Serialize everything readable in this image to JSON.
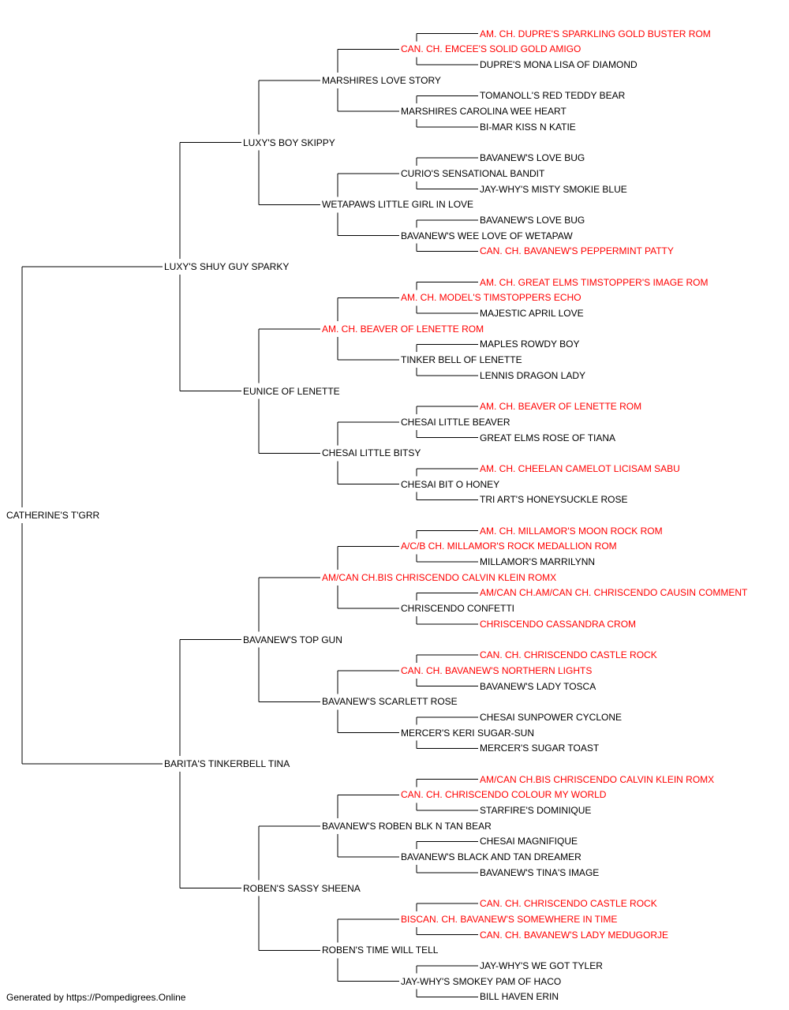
{
  "colors": {
    "lines": "#000000",
    "text": "#000000",
    "champion": "#ff0000",
    "background": "#ffffff"
  },
  "pedigree": {
    "subject": {
      "name": "CATHERINE'S T'GRR",
      "champion": false
    },
    "sire": {
      "name": "LUXY'S SHUY GUY SPARKY",
      "champion": false,
      "sire": {
        "name": "LUXY'S BOY SKIPPY",
        "champion": false,
        "sire": {
          "name": "MARSHIRES LOVE STORY",
          "champion": false,
          "sire": {
            "name": "CAN. CH. EMCEE'S SOLID GOLD AMIGO",
            "champion": true,
            "sire": {
              "name": "AM. CH. DUPRE'S SPARKLING GOLD BUSTER ROM",
              "champion": true
            },
            "dam": {
              "name": "DUPRE'S MONA LISA OF DIAMOND",
              "champion": false
            }
          },
          "dam": {
            "name": "MARSHIRES CAROLINA WEE HEART",
            "champion": false,
            "sire": {
              "name": "TOMANOLL'S RED TEDDY BEAR",
              "champion": false
            },
            "dam": {
              "name": "BI-MAR KISS N KATIE",
              "champion": false
            }
          }
        },
        "dam": {
          "name": "WETAPAWS LITTLE GIRL IN LOVE",
          "champion": false,
          "sire": {
            "name": "CURIO'S SENSATIONAL BANDIT",
            "champion": false,
            "sire": {
              "name": "BAVANEW'S LOVE BUG",
              "champion": false
            },
            "dam": {
              "name": "JAY-WHY'S MISTY SMOKIE BLUE",
              "champion": false
            }
          },
          "dam": {
            "name": "BAVANEW'S WEE LOVE OF WETAPAW",
            "champion": false,
            "sire": {
              "name": "BAVANEW'S LOVE BUG",
              "champion": false
            },
            "dam": {
              "name": "CAN. CH. BAVANEW'S PEPPERMINT PATTY",
              "champion": true
            }
          }
        }
      },
      "dam": {
        "name": "EUNICE OF LENETTE",
        "champion": false,
        "sire": {
          "name": "AM. CH. BEAVER OF LENETTE ROM",
          "champion": true,
          "sire": {
            "name": "AM. CH. MODEL'S TIMSTOPPERS ECHO",
            "champion": true,
            "sire": {
              "name": "AM. CH. GREAT ELMS TIMSTOPPER'S IMAGE ROM",
              "champion": true
            },
            "dam": {
              "name": "MAJESTIC APRIL LOVE",
              "champion": false
            }
          },
          "dam": {
            "name": "TINKER BELL OF LENETTE",
            "champion": false,
            "sire": {
              "name": "MAPLES ROWDY BOY",
              "champion": false
            },
            "dam": {
              "name": "LENNIS DRAGON LADY",
              "champion": false
            }
          }
        },
        "dam": {
          "name": "CHESAI LITTLE BITSY",
          "champion": false,
          "sire": {
            "name": "CHESAI LITTLE BEAVER",
            "champion": false,
            "sire": {
              "name": "AM. CH. BEAVER OF LENETTE ROM",
              "champion": true
            },
            "dam": {
              "name": "GREAT ELMS ROSE OF TIANA",
              "champion": false
            }
          },
          "dam": {
            "name": "CHESAI BIT O HONEY",
            "champion": false,
            "sire": {
              "name": "AM. CH. CHEELAN CAMELOT LICISAM SABU",
              "champion": true
            },
            "dam": {
              "name": "TRI ART'S HONEYSUCKLE ROSE",
              "champion": false
            }
          }
        }
      }
    },
    "dam": {
      "name": "BARITA'S TINKERBELL TINA",
      "champion": false,
      "sire": {
        "name": "BAVANEW'S TOP GUN",
        "champion": false,
        "sire": {
          "name": "AM/CAN CH.BIS CHRISCENDO CALVIN KLEIN ROMX",
          "champion": true,
          "sire": {
            "name": "A/C/B CH. MILLAMOR'S ROCK MEDALLION ROM",
            "champion": true,
            "sire": {
              "name": "AM. CH. MILLAMOR'S MOON ROCK ROM",
              "champion": true
            },
            "dam": {
              "name": "MILLAMOR'S MARRILYNN",
              "champion": false
            }
          },
          "dam": {
            "name": "CHRISCENDO CONFETTI",
            "champion": false,
            "sire": {
              "name": "AM/CAN CH.AM/CAN CH. CHRISCENDO CAUSIN COMMENT",
              "champion": true
            },
            "dam": {
              "name": "CHRISCENDO CASSANDRA CROM",
              "champion": true
            }
          }
        },
        "dam": {
          "name": "BAVANEW'S SCARLETT ROSE",
          "champion": false,
          "sire": {
            "name": "CAN. CH. BAVANEW'S NORTHERN LIGHTS",
            "champion": true,
            "sire": {
              "name": "CAN. CH. CHRISCENDO CASTLE ROCK",
              "champion": true
            },
            "dam": {
              "name": "BAVANEW'S LADY TOSCA",
              "champion": false
            }
          },
          "dam": {
            "name": "MERCER'S KERI SUGAR-SUN",
            "champion": false,
            "sire": {
              "name": "CHESAI SUNPOWER CYCLONE",
              "champion": false
            },
            "dam": {
              "name": "MERCER'S SUGAR TOAST",
              "champion": false
            }
          }
        }
      },
      "dam": {
        "name": "ROBEN'S SASSY SHEENA",
        "champion": false,
        "sire": {
          "name": "BAVANEW'S ROBEN BLK N TAN BEAR",
          "champion": false,
          "sire": {
            "name": "CAN. CH. CHRISCENDO COLOUR MY WORLD",
            "champion": true,
            "sire": {
              "name": "AM/CAN CH.BIS CHRISCENDO CALVIN KLEIN ROMX",
              "champion": true
            },
            "dam": {
              "name": "STARFIRE'S DOMINIQUE",
              "champion": false
            }
          },
          "dam": {
            "name": "BAVANEW'S BLACK AND TAN DREAMER",
            "champion": false,
            "sire": {
              "name": "CHESAI MAGNIFIQUE",
              "champion": false
            },
            "dam": {
              "name": "BAVANEW'S TINA'S IMAGE",
              "champion": false
            }
          }
        },
        "dam": {
          "name": "ROBEN'S TIME WILL TELL",
          "champion": false,
          "sire": {
            "name": "BISCAN. CH. BAVANEW'S SOMEWHERE IN TIME",
            "champion": true,
            "sire": {
              "name": "CAN. CH. CHRISCENDO CASTLE ROCK",
              "champion": true
            },
            "dam": {
              "name": "CAN. CH. BAVANEW'S LADY MEDUGORJE",
              "champion": true
            }
          },
          "dam": {
            "name": "JAY-WHY'S SMOKEY PAM OF HACO",
            "champion": false,
            "sire": {
              "name": "JAY-WHY'S WE GOT TYLER",
              "champion": false
            },
            "dam": {
              "name": "BILL HAVEN ERIN",
              "champion": false
            }
          }
        }
      }
    }
  },
  "footer": {
    "text": "Generated by https://Pompedigrees.Online"
  }
}
